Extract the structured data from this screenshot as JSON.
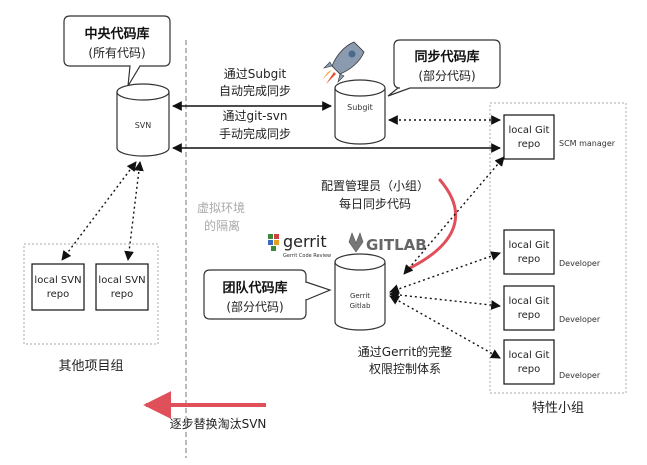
{
  "central_repo": {
    "title": "中央代码库",
    "subtitle": "(所有代码)",
    "cylinder_label": "SVN"
  },
  "sync_repo": {
    "title": "同步代码库",
    "subtitle": "(部分代码)",
    "cylinder_label": "Subgit"
  },
  "team_repo": {
    "title": "团队代码库",
    "subtitle": "(部分代码)",
    "cylinder_label_1": "Gerrit",
    "cylinder_label_2": "Gitlab"
  },
  "edges": {
    "subgit_line1": "通过Subgit",
    "subgit_line2": "自动完成同步",
    "gitsvn_line1": "通过git-svn",
    "gitsvn_line2": "手动完成同步",
    "admin_line1": "配置管理员（小组）",
    "admin_line2": "每日同步代码",
    "gerrit_line1": "通过Gerrit的完整",
    "gerrit_line2": "权限控制体系"
  },
  "isolation": {
    "line1": "虚拟环境",
    "line2": "的隔离"
  },
  "other_group": {
    "label": "其他项目组",
    "repos": [
      {
        "line1": "local SVN",
        "line2": "repo"
      },
      {
        "line1": "local SVN",
        "line2": "repo"
      }
    ]
  },
  "feature_group": {
    "label": "特性小组",
    "scm_repo": {
      "line1": "local Git",
      "line2": "repo",
      "role": "SCM manager"
    },
    "dev_repos": [
      {
        "line1": "local Git",
        "line2": "repo",
        "role": "Developer"
      },
      {
        "line1": "local Git",
        "line2": "repo",
        "role": "Developer"
      },
      {
        "line1": "local Git",
        "line2": "repo",
        "role": "Developer"
      }
    ]
  },
  "logos": {
    "gerrit": "gerrit",
    "gerrit_sub": "Gerrit Code Review",
    "gitlab": "GITLAB"
  },
  "replace_label": "逐步替换淘汰SVN",
  "colors": {
    "accent_red": "#e0505a",
    "isolation_line": "#bbbbbb"
  }
}
